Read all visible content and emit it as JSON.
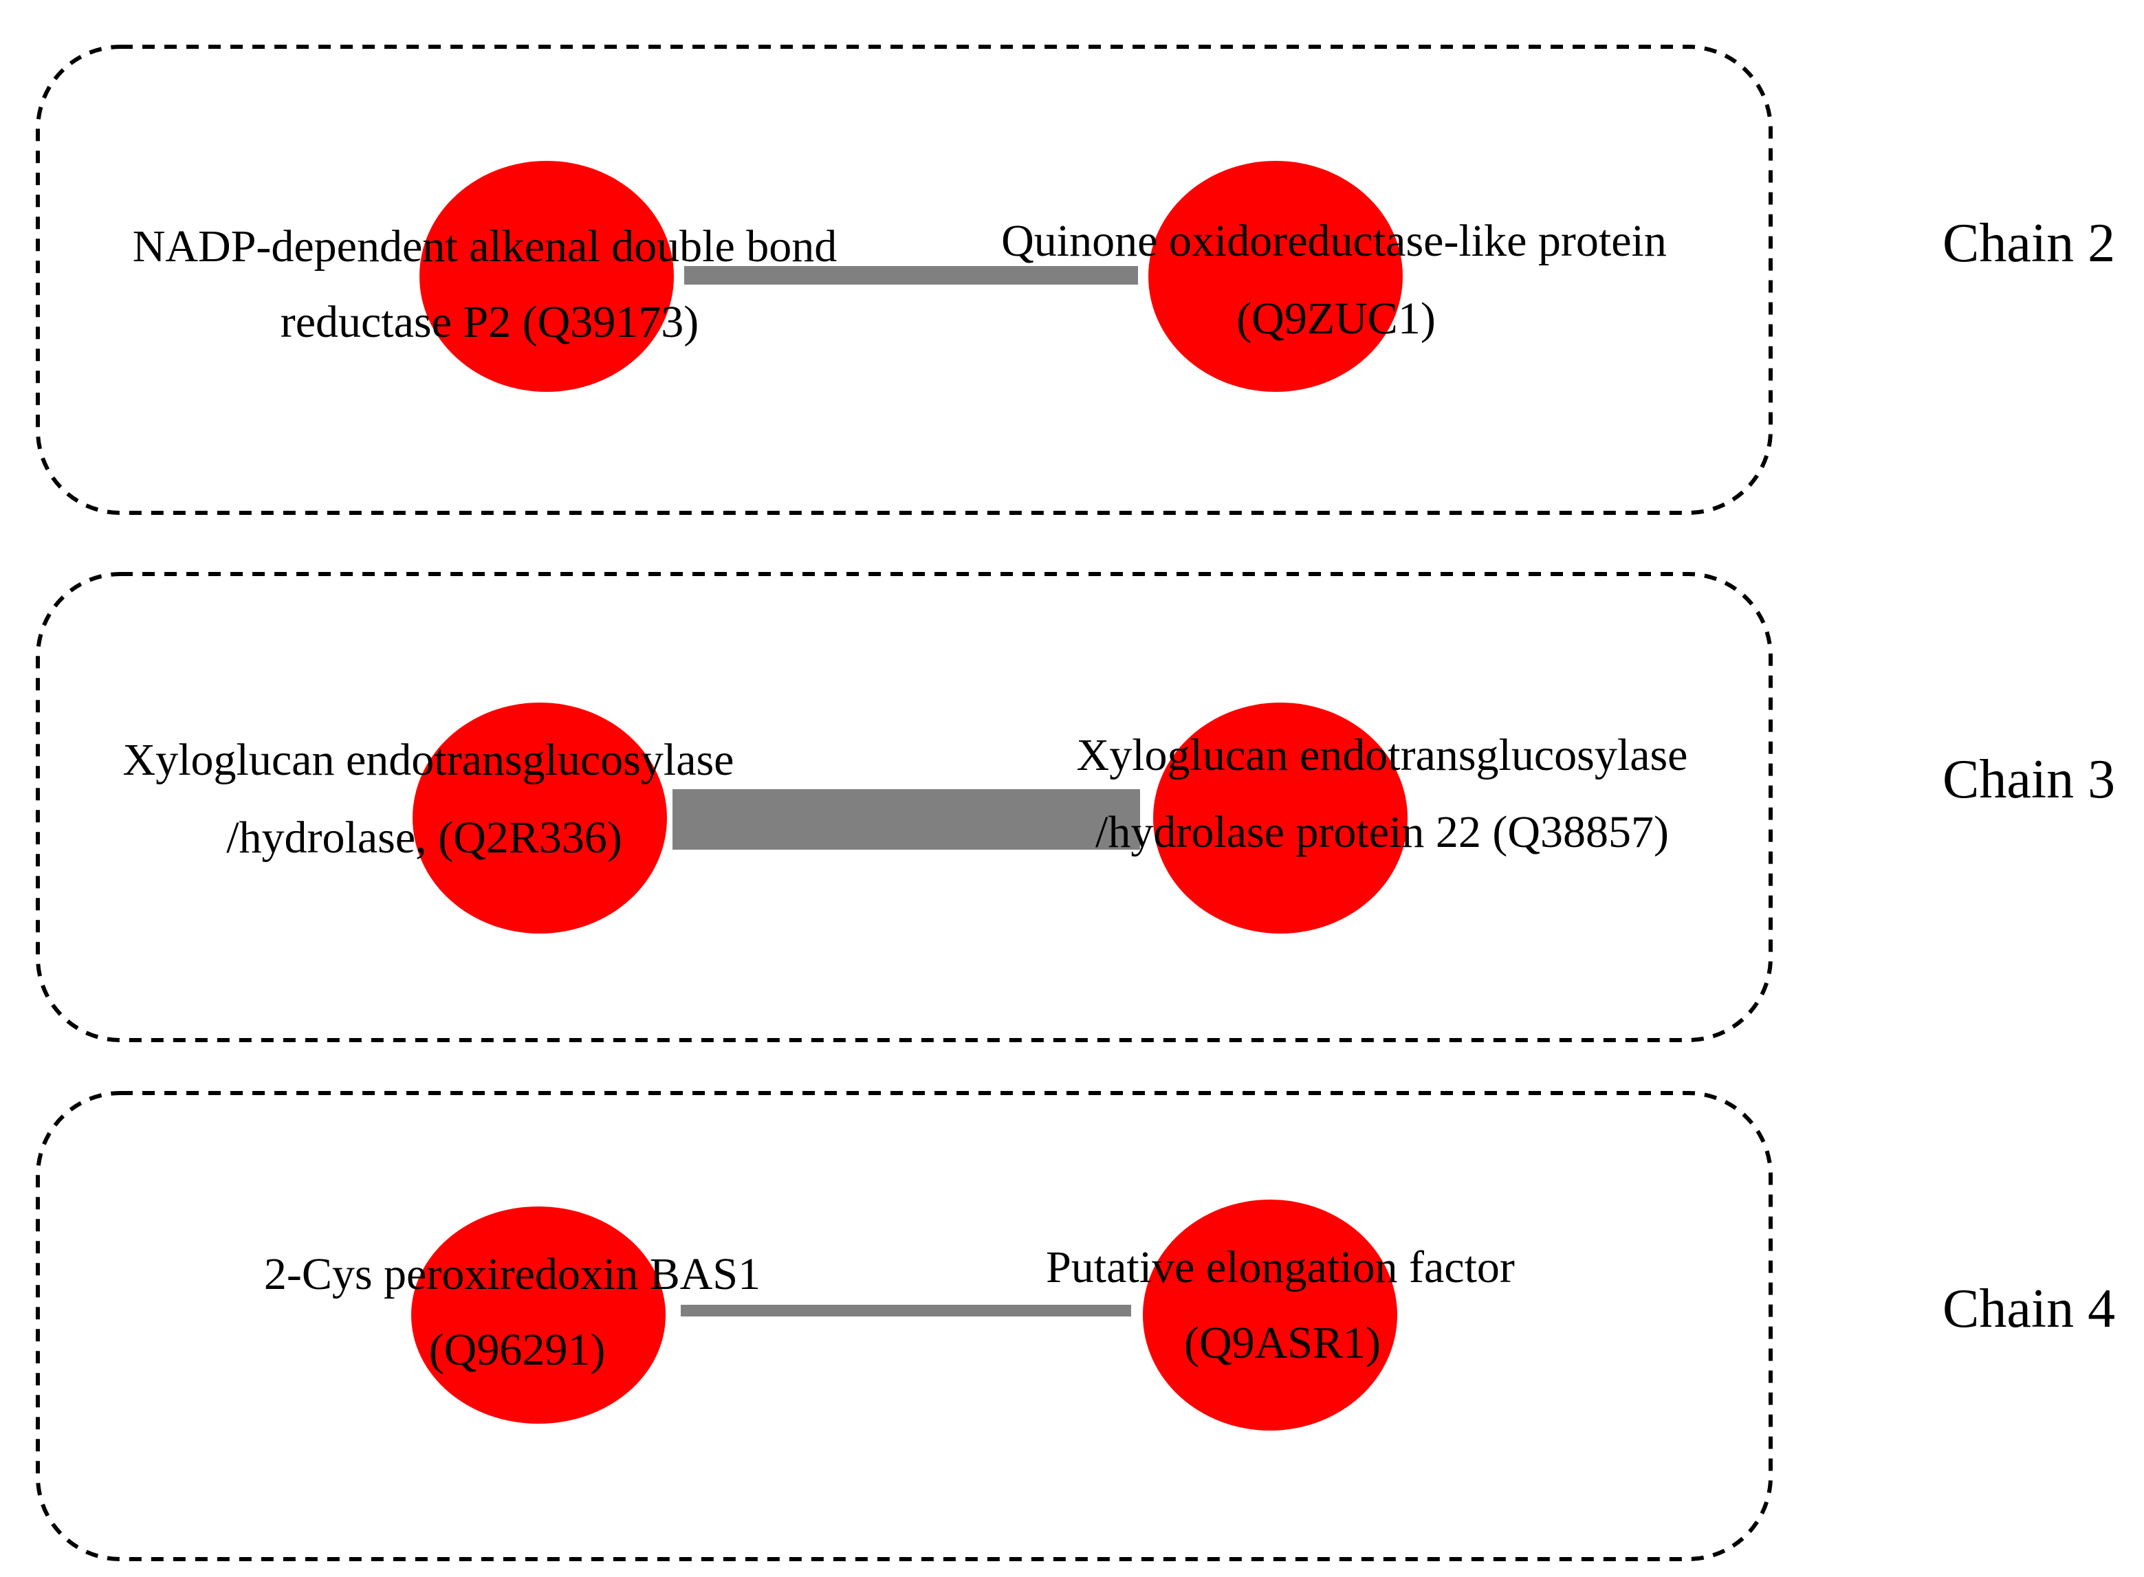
{
  "colors": {
    "node_fill": "#ff0000",
    "edge": "#808080",
    "border": "#000000",
    "background": "#ffffff"
  },
  "chains": [
    {
      "label": "Chain 2",
      "edge_weight": "thin",
      "left_node": {
        "line1": "NADP-dependent alkenal double bond",
        "line2": "reductase P2 (Q39173)"
      },
      "right_node": {
        "line1": "Quinone oxidoreductase-like protein",
        "line2": "(Q9ZUC1)"
      }
    },
    {
      "label": "Chain 3",
      "edge_weight": "thick",
      "left_node": {
        "line1": "Xyloglucan endotransglucosylase",
        "line2": "/hydrolase, (Q2R336)"
      },
      "right_node": {
        "line1": "Xyloglucan endotransglucosylase",
        "line2": "/hydrolase protein 22 (Q38857)"
      }
    },
    {
      "label": "Chain 4",
      "edge_weight": "thin",
      "left_node": {
        "line1": "2-Cys peroxiredoxin BAS1",
        "line2": "(Q96291)"
      },
      "right_node": {
        "line1": "Putative elongation factor",
        "line2": "(Q9ASR1)"
      }
    }
  ]
}
